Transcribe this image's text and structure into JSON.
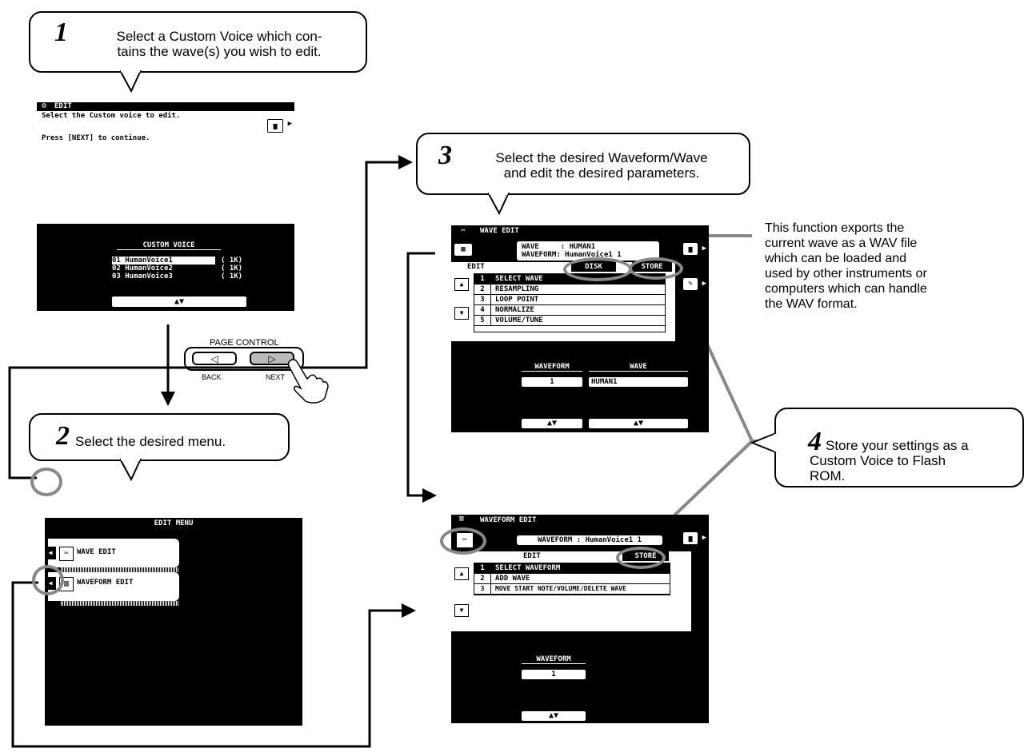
{
  "step1": {
    "num": "1",
    "line1": "Select a Custom Voice which con-",
    "line2": "tains the wave(s) you wish to edit."
  },
  "step2": {
    "num": "2",
    "text": "Select the desired menu."
  },
  "step3": {
    "num": "3",
    "line1": "Select the desired Waveform/Wave",
    "line2": "and edit the desired parameters."
  },
  "step4": {
    "num": "4",
    "line1": "Store your settings as a",
    "line2": "Custom Voice to Flash",
    "line3": "ROM."
  },
  "disk_note": [
    "This function exports the",
    "current wave as a WAV file",
    "which can be loaded and",
    "used by other instruments or",
    "computers which can handle",
    "the WAV format."
  ],
  "screen_edit": {
    "title": "EDIT",
    "msg1": "Select the Custom voice to edit.",
    "msg2": "Press [NEXT] to continue.",
    "list_header": "CUSTOM VOICE",
    "items": [
      {
        "name": "01 HumanVoice1",
        "size": "( 1K)"
      },
      {
        "name": "02 HumanVoice2",
        "size": "( 1K)"
      },
      {
        "name": "03 HumanVoice3",
        "size": "( 1K)"
      }
    ],
    "arrows": "▲▼"
  },
  "page_control": {
    "label": "PAGE CONTROL",
    "back": "BACK",
    "next": "NEXT"
  },
  "screen_menu": {
    "title": "EDIT MENU",
    "item1": "WAVE EDIT",
    "item2": "WAVEFORM EDIT"
  },
  "screen_wave": {
    "title": "WAVE EDIT",
    "info1": "WAVE     : HUMAN1",
    "info2": "WAVEFORM: HumanVoice1 1",
    "tab_edit": "EDIT",
    "tab_disk": "DISK",
    "tab_store": "STORE",
    "rows": [
      {
        "n": "1",
        "t": "SELECT WAVE"
      },
      {
        "n": "2",
        "t": "RESAMPLING"
      },
      {
        "n": "3",
        "t": "LOOP POINT"
      },
      {
        "n": "4",
        "t": "NORMALIZE"
      },
      {
        "n": "5",
        "t": "VOLUME/TUNE"
      }
    ],
    "col1": "WAVEFORM",
    "col2": "WAVE",
    "val1": "1",
    "val2": "HUMAN1",
    "arrows": "▲▼"
  },
  "screen_waveform": {
    "title": "WAVEFORM EDIT",
    "info": "WAVEFORM : HumanVoice1 1",
    "tab_edit": "EDIT",
    "tab_store": "STORE",
    "rows": [
      {
        "n": "1",
        "t": "SELECT WAVEFORM"
      },
      {
        "n": "2",
        "t": "ADD WAVE"
      },
      {
        "n": "3",
        "t": "MOVE START NOTE/VOLUME/DELETE WAVE"
      }
    ],
    "col1": "WAVEFORM",
    "val1": "1",
    "arrows": "▲▼"
  }
}
